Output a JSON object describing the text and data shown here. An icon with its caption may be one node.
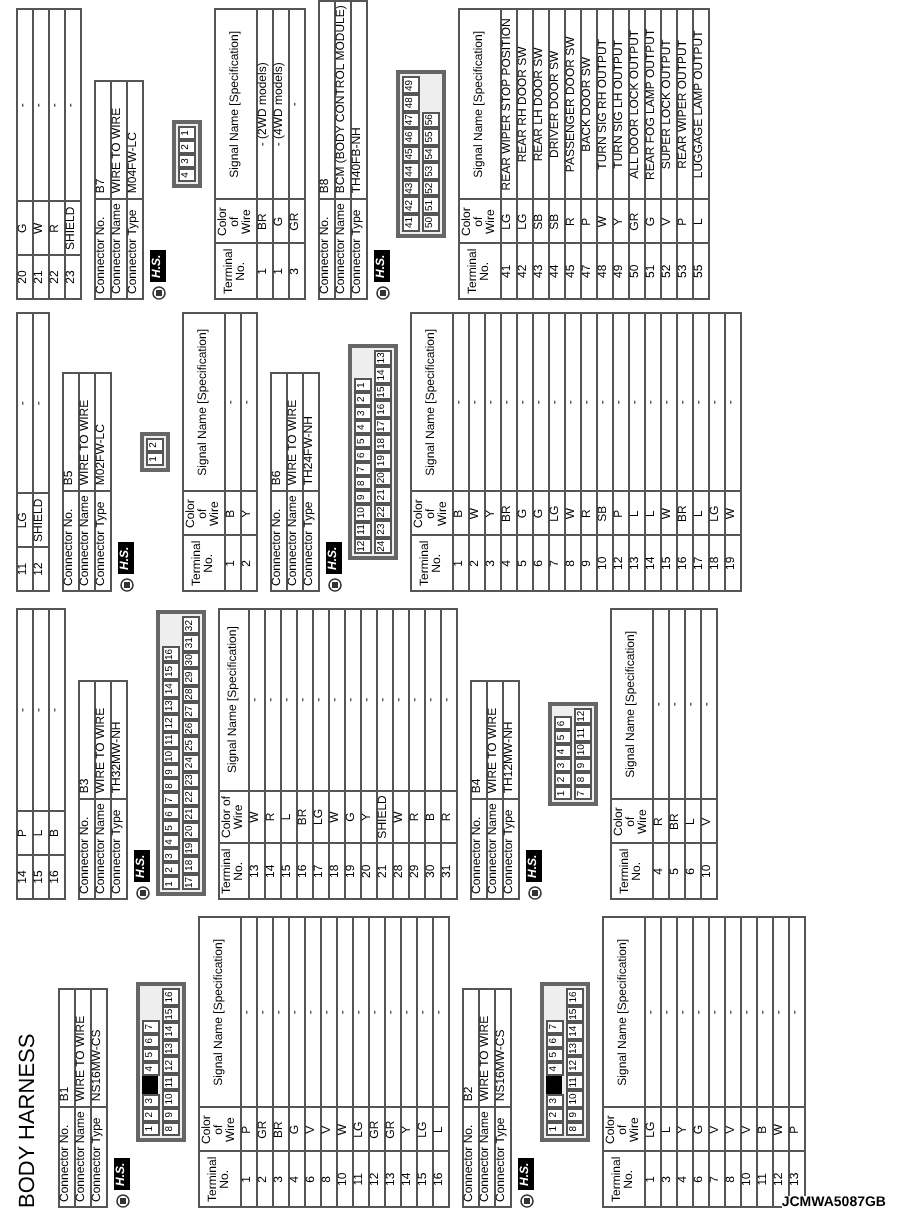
{
  "diagram": {
    "title": "BODY HARNESS",
    "labels": [
      "Connector No.",
      "B1",
      "Connector Name",
      "WIRE TO WIRE",
      "Connector Type",
      "NS16MW-CS",
      "H.S.",
      "1",
      "2",
      "3",
      "4",
      "5",
      "6",
      "7",
      "8",
      "9",
      "10",
      "11",
      "12",
      "13",
      "14",
      "15",
      "16",
      "Terminal No.",
      "Color of Wire",
      "Signal Name [Specification]",
      "1",
      "P",
      "-",
      "2",
      "GR",
      "-",
      "3",
      "BR",
      "-",
      "4",
      "G",
      "-",
      "6",
      "V",
      "-",
      "8",
      "V",
      "-",
      "10",
      "W",
      "-",
      "11",
      "LG",
      "-",
      "12",
      "GR",
      "-",
      "13",
      "GR",
      "-",
      "14",
      "Y",
      "-",
      "15",
      "LG",
      "-",
      "16",
      "L",
      "-",
      "Connector No.",
      "B2",
      "Connector Name",
      "WIRE TO WIRE",
      "Connector Type",
      "NS16MW-CS",
      "H.S.",
      "1",
      "2",
      "3",
      "4",
      "5",
      "6",
      "7",
      "8",
      "9",
      "10",
      "11",
      "12",
      "13",
      "14",
      "15",
      "16",
      "Terminal No.",
      "Color of Wire",
      "Signal Name [Specification]",
      "1",
      "LG",
      "-",
      "3",
      "L",
      "-",
      "4",
      "Y",
      "-",
      "6",
      "G",
      "-",
      "7",
      "V",
      "-",
      "8",
      "V",
      "-",
      "10",
      "V",
      "-",
      "11",
      "B",
      "-",
      "12",
      "W",
      "-",
      "13",
      "P",
      "-",
      "14",
      "P",
      "-",
      "15",
      "L",
      "-",
      "16",
      "B",
      "-",
      "Connector No.",
      "B3",
      "Connector Name",
      "WIRE TO WIRE",
      "Connector Type",
      "TH32MW-NH",
      "H.S.",
      "1",
      "2",
      "3",
      "4",
      "5",
      "6",
      "7",
      "8",
      "9",
      "10",
      "11",
      "12",
      "13",
      "14",
      "15",
      "16",
      "17",
      "18",
      "19",
      "20",
      "21",
      "22",
      "23",
      "24",
      "25",
      "26",
      "27",
      "28",
      "29",
      "30",
      "31",
      "32",
      "Terminal No.",
      "Color of Wire",
      "Signal Name [Specification]",
      "13",
      "W",
      "-",
      "14",
      "R",
      "-",
      "15",
      "L",
      "-",
      "16",
      "BR",
      "-",
      "17",
      "LG",
      "-",
      "18",
      "W",
      "-",
      "19",
      "G",
      "-",
      "20",
      "Y",
      "-",
      "21",
      "SHIELD",
      "-",
      "28",
      "W",
      "-",
      "29",
      "R",
      "-",
      "30",
      "B",
      "-",
      "31",
      "R",
      "-",
      "Connector No.",
      "B4",
      "Connector Name",
      "WIRE TO WIRE",
      "Connector Type",
      "TH12MW-NH",
      "H.S.",
      "1",
      "2",
      "3",
      "4",
      "5",
      "6",
      "7",
      "8",
      "9",
      "10",
      "11",
      "12",
      "Terminal No.",
      "Color of Wire",
      "Signal Name [Specification]",
      "4",
      "R",
      "-",
      "5",
      "BR",
      "-",
      "6",
      "L",
      "-",
      "10",
      "V",
      "-",
      "11",
      "LG",
      "-",
      "12",
      "SHIELD",
      "-",
      "Connector No.",
      "B5",
      "Connector Name",
      "WIRE TO WIRE",
      "Connector Type",
      "M02FW-LC",
      "H.S.",
      "1",
      "2",
      "Terminal No.",
      "Color of Wire",
      "Signal Name [Specification]",
      "1",
      "B",
      "-",
      "2",
      "Y",
      "-",
      "Connector No.",
      "B6",
      "Connector Name",
      "WIRE TO WIRE",
      "Connector Type",
      "TH24FW-NH",
      "H.S.",
      "12",
      "11",
      "10",
      "9",
      "8",
      "7",
      "6",
      "5",
      "4",
      "3",
      "2",
      "1",
      "24",
      "23",
      "22",
      "21",
      "20",
      "19",
      "18",
      "17",
      "16",
      "15",
      "14",
      "13",
      "Terminal No.",
      "Color of Wire",
      "Signal Name [Specification]",
      "1",
      "B",
      "-",
      "2",
      "W",
      "-",
      "3",
      "Y",
      "-",
      "4",
      "BR",
      "-",
      "5",
      "G",
      "-",
      "6",
      "G",
      "-",
      "7",
      "LG",
      "-",
      "8",
      "W",
      "-",
      "9",
      "R",
      "-",
      "10",
      "SB",
      "-",
      "12",
      "P",
      "-",
      "13",
      "L",
      "-",
      "14",
      "L",
      "-",
      "15",
      "W",
      "-",
      "16",
      "BR",
      "-",
      "17",
      "L",
      "-",
      "18",
      "LG",
      "-",
      "19",
      "W",
      "-",
      "20",
      "G",
      "-",
      "21",
      "W",
      "-",
      "22",
      "R",
      "-",
      "23",
      "SHIELD",
      "-",
      "Connector No.",
      "B7",
      "Connector Name",
      "WIRE TO WIRE",
      "Connector Type",
      "M04FW-LC",
      "H.S.",
      "4",
      "3",
      "2",
      "1",
      "Terminal No.",
      "Color of Wire",
      "Signal Name [Specification]",
      "1",
      "BR",
      "- (2WD models)",
      "1",
      "G",
      "- (4WD models)",
      "3",
      "GR",
      "-",
      "Connector No.",
      "B8",
      "Connector Name",
      "BCM (BODY CONTROL MODULE)",
      "Connector Type",
      "TH40FB-NH",
      "H.S.",
      "41",
      "42",
      "43",
      "44",
      "45",
      "46",
      "47",
      "48",
      "49",
      "50",
      "51",
      "52",
      "53",
      "54",
      "55",
      "56",
      "Terminal No.",
      "Color of Wire",
      "Signal Name [Specification]",
      "41",
      "LG",
      "REAR WIPER STOP POSITION",
      "42",
      "LG",
      "REAR RH DOOR SW",
      "43",
      "SB",
      "REAR LH DOOR SW",
      "44",
      "SB",
      "DRIVER DOOR SW",
      "45",
      "R",
      "PASSENGER DOOR SW",
      "47",
      "P",
      "BACK DOOR SW",
      "48",
      "W",
      "TURN SIG RH OUTPUT",
      "49",
      "Y",
      "TURN SIG LH OUTPUT",
      "50",
      "GR",
      "ALL DOOR LOCK OUTPUT",
      "51",
      "G",
      "REAR FOG LAMP OUTPUT",
      "52",
      "V",
      "SUPER LOCK OUTPUT",
      "53",
      "P",
      "REAR WIPER OUTPUT",
      "55",
      "L",
      "LUGGAGE LAMP OUTPUT",
      "JCMWA5087GB"
    ]
  }
}
